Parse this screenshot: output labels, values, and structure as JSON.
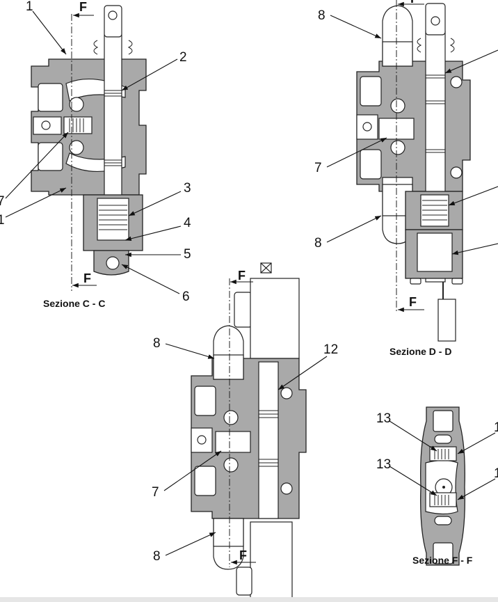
{
  "section_cc": {
    "caption": "Sezione C - C",
    "cut_mark_top": "F",
    "cut_mark_bottom": "F",
    "callouts": [
      "1",
      "2",
      "7",
      "1",
      "3",
      "4",
      "5",
      "6"
    ]
  },
  "section_dd": {
    "caption": "Sezione D - D",
    "cut_mark_top": "F",
    "cut_mark_bottom": "F",
    "callouts": [
      "8",
      "7",
      "8"
    ]
  },
  "section_center": {
    "cut_mark_top": "F",
    "cut_mark_bottom": "F",
    "callouts": [
      "8",
      "12",
      "7",
      "8"
    ]
  },
  "section_ff": {
    "caption": "Sezione F - F",
    "callouts": [
      "13",
      "13",
      "1",
      "1"
    ]
  },
  "colors": {
    "body": "#a9a9a9",
    "line": "#222222",
    "background": "#ffffff"
  }
}
